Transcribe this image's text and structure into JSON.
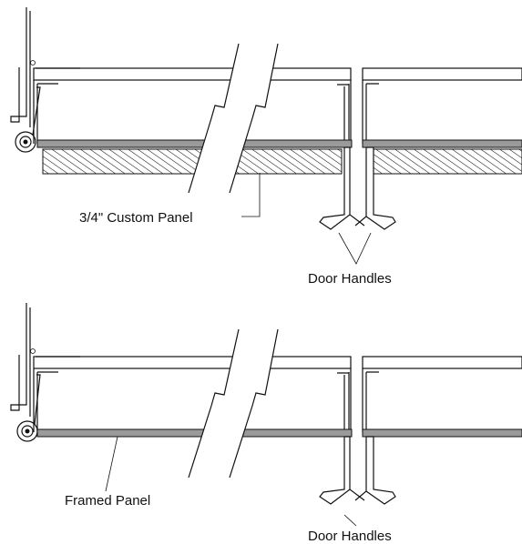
{
  "labels": {
    "top_panel": "3/4\" Custom Panel",
    "top_handles": "Door Handles",
    "bottom_panel": "Framed Panel",
    "bottom_handles": "Door Handles"
  }
}
